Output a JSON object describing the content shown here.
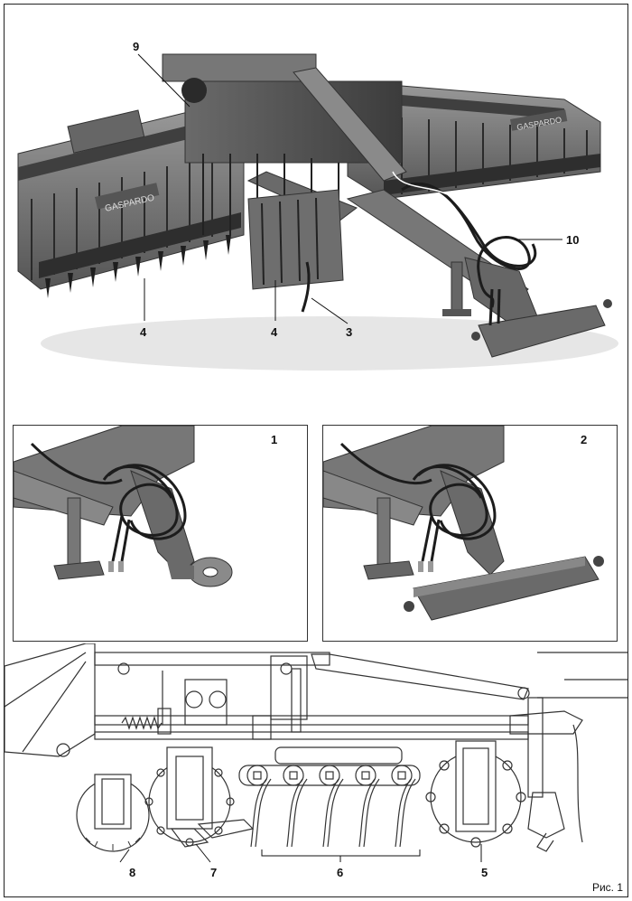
{
  "figure": {
    "caption": "Рис. 1"
  },
  "top_view": {
    "callouts": [
      "9",
      "10",
      "4",
      "4",
      "3"
    ]
  },
  "inset_left": {
    "label": "1"
  },
  "inset_right": {
    "label": "2"
  },
  "side_view": {
    "callouts": [
      "8",
      "7",
      "6",
      "5"
    ]
  },
  "machine": {
    "brand_text": "GASPARDO",
    "colors": {
      "frame_dark": "#4a4a4a",
      "frame_mid": "#7a7a7a",
      "frame_light": "#a8a8a8",
      "hose": "#1c1c1c",
      "line_art": "#333333"
    }
  }
}
